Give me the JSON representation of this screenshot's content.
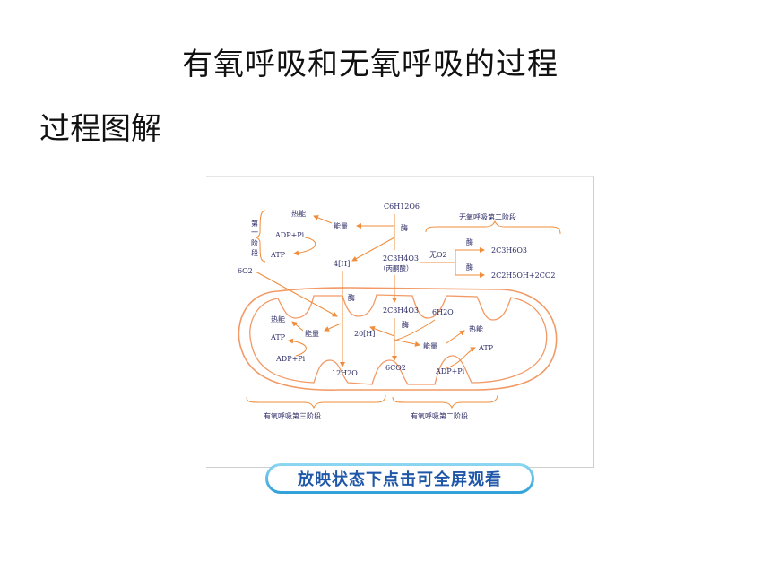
{
  "slide": {
    "title": "有氧呼吸和无氧呼吸的过程",
    "subtitle": "过程图解",
    "play_hint": "放映状态下点击可全屏观看"
  },
  "diagram": {
    "glucose": "C6H12O6",
    "enzyme": "酶",
    "energy": "能量",
    "heat": "热能",
    "adp_pi": "ADP+Pi",
    "atp": "ATP",
    "stage1": [
      "第",
      "一",
      "阶",
      "段"
    ],
    "h4": "4[H]",
    "pyruvate": "2C3H4O3",
    "pyruvate_name": "（丙酮酸）",
    "no_o2": "无O2",
    "lactic": "2C3H6O3",
    "ethanol": "2C2H5OH+2CO2",
    "anaerobic_stage2": "无氧呼吸第二阶段",
    "o2": "6O2",
    "h2o_in": "6H2O",
    "h20": "20[H]",
    "water_out": "12H2O",
    "co2_out": "6CO2",
    "aerobic_stage3": "有氧呼吸第三阶段",
    "aerobic_stage2": "有氧呼吸第二阶段"
  },
  "colors": {
    "arrow": "#f08c3a",
    "membrane": "#f29a66",
    "label": "#2a2a66",
    "button_text": "#1f57a8",
    "button_border": "#2f9fd8"
  }
}
